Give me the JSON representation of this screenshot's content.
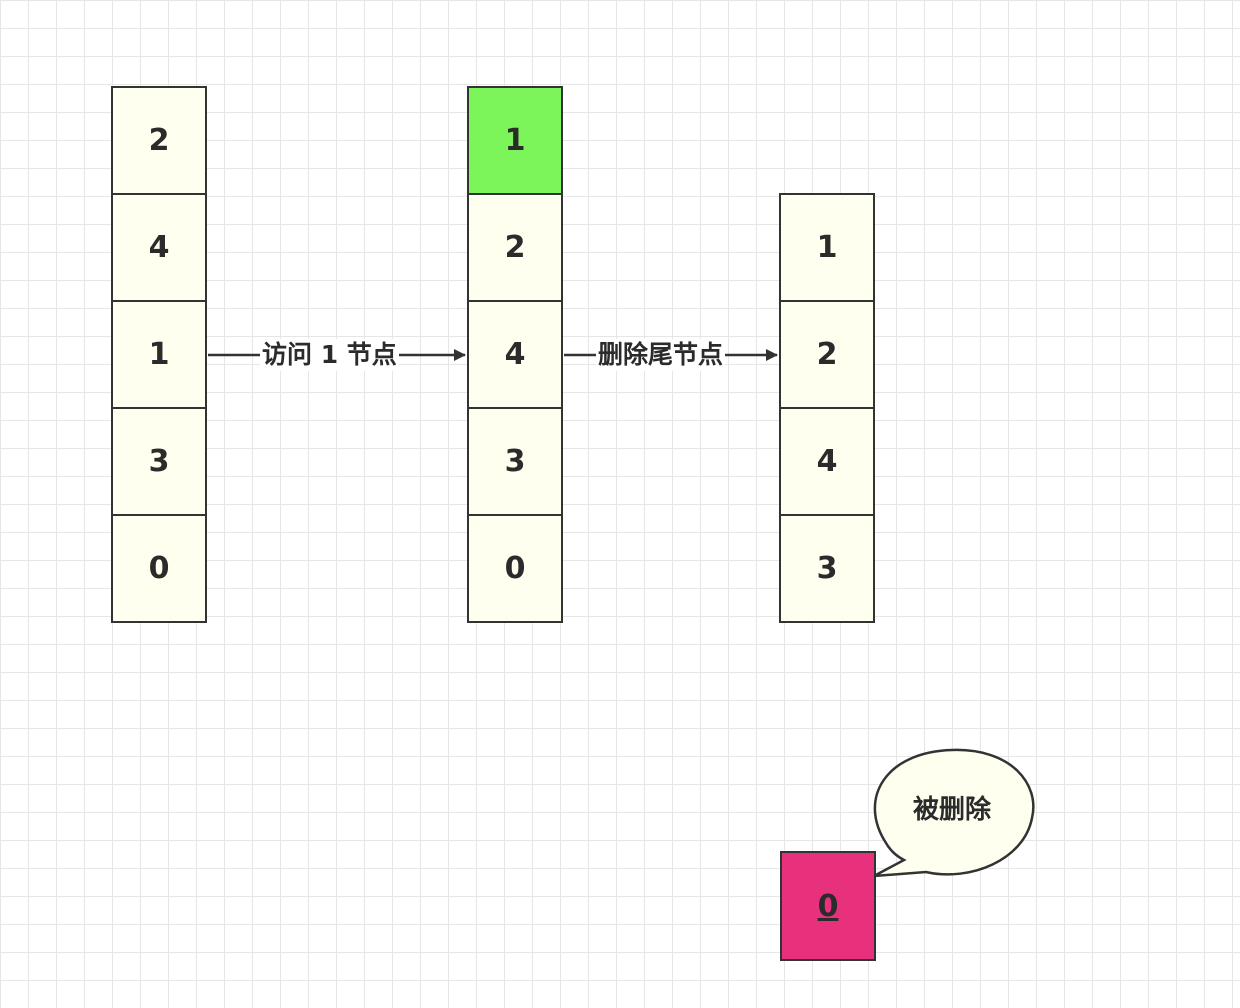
{
  "stacks": [
    {
      "cells": [
        {
          "value": "2"
        },
        {
          "value": "4"
        },
        {
          "value": "1"
        },
        {
          "value": "3"
        },
        {
          "value": "0"
        }
      ]
    },
    {
      "cells": [
        {
          "value": "1",
          "highlight": true
        },
        {
          "value": "2"
        },
        {
          "value": "4"
        },
        {
          "value": "3"
        },
        {
          "value": "0"
        }
      ]
    },
    {
      "cells": [
        {
          "value": "1"
        },
        {
          "value": "2"
        },
        {
          "value": "4"
        },
        {
          "value": "3"
        }
      ]
    }
  ],
  "edges": [
    {
      "label": "访问 1 节点"
    },
    {
      "label": "删除尾节点"
    }
  ],
  "deleted": {
    "value": "0",
    "callout": "被删除"
  },
  "colors": {
    "cell_fill": "#fffff0",
    "highlight_fill": "#7bf55a",
    "deleted_fill": "#e8317c",
    "stroke": "#333333",
    "bubble_fill": "#fffff0"
  }
}
